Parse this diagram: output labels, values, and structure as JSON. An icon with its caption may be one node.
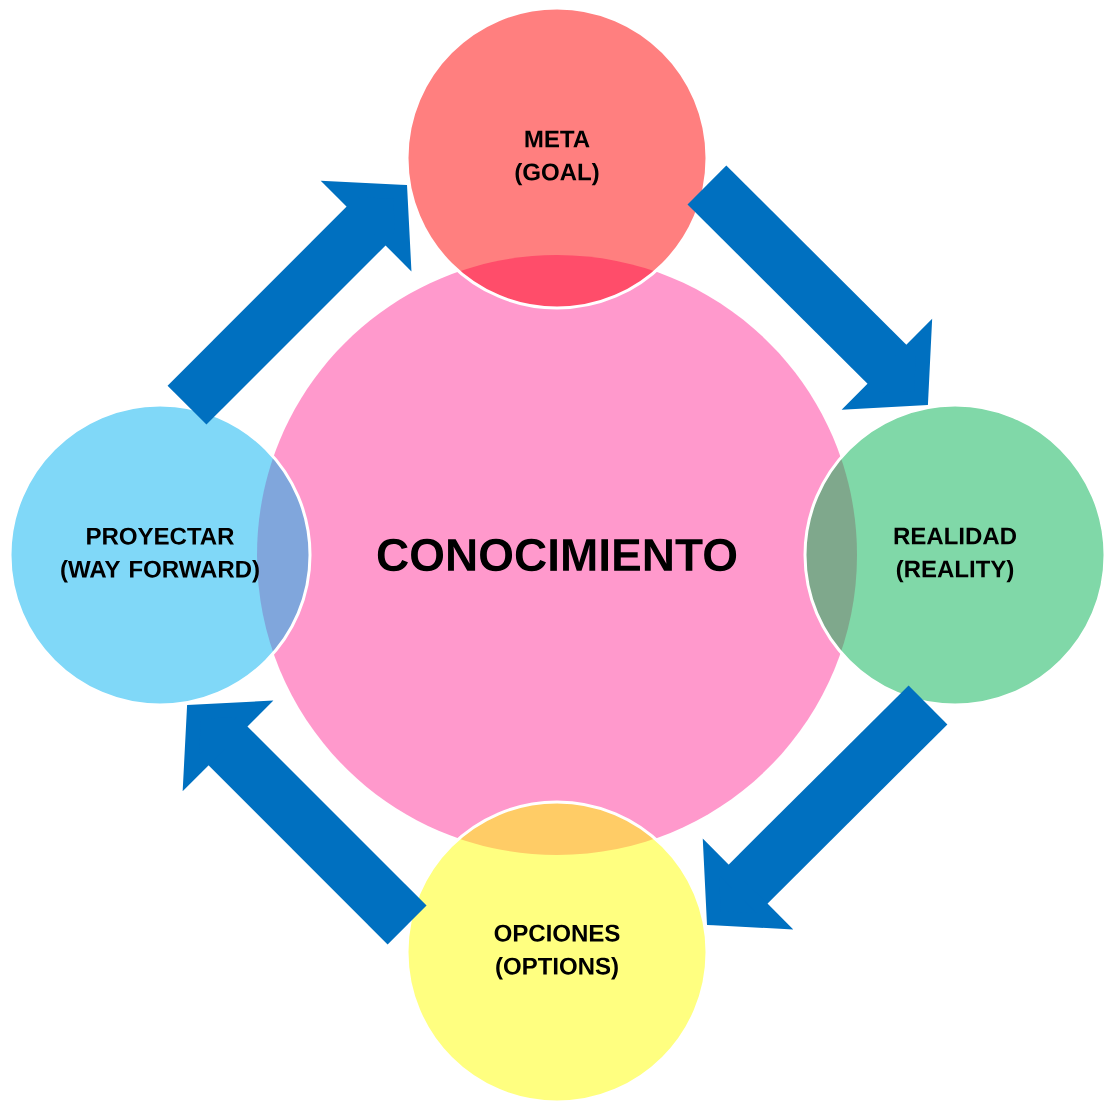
{
  "diagram": {
    "nodes": [
      {
        "text": [
          "CONOCIMIENTO"
        ]
      },
      {
        "text": [
          "META",
          "(GOAL)"
        ]
      },
      {
        "text": [
          "REALIDAD",
          "(REALITY)"
        ]
      },
      {
        "text": [
          "OPCIONES",
          "(OPTIONS)"
        ]
      },
      {
        "text": [
          "PROYECTAR",
          "(WAY FORWARD)"
        ]
      }
    ],
    "edges": [
      {
        "from": 1,
        "to": 2,
        "arrow": "to"
      },
      {
        "from": 2,
        "to": 3,
        "arrow": "to"
      },
      {
        "from": 3,
        "to": 4,
        "arrow": "to"
      },
      {
        "from": 4,
        "to": 1,
        "arrow": "to"
      }
    ]
  }
}
